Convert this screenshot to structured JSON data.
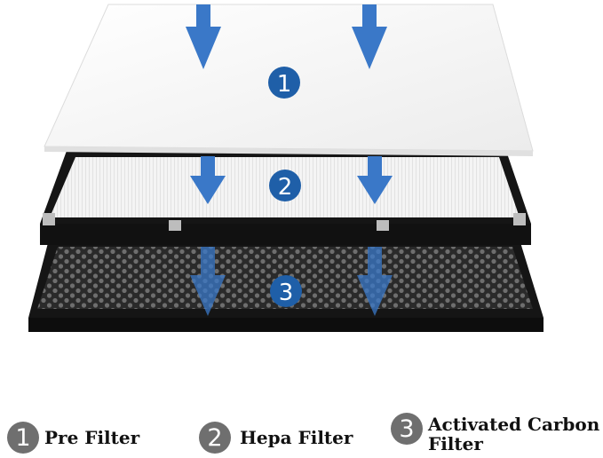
{
  "diagram": {
    "layers": [
      {
        "number": "1",
        "label": "Pre Filter"
      },
      {
        "number": "2",
        "label": "Hepa Filter"
      },
      {
        "number": "3",
        "label": "Activated Carbon Filter"
      }
    ]
  },
  "colors": {
    "arrow": "#3a78c8",
    "badge_diagram": "#1f5fa8",
    "badge_legend": "#6f6f6f",
    "frame": "#151515",
    "carbon": "#2a2a2a"
  }
}
